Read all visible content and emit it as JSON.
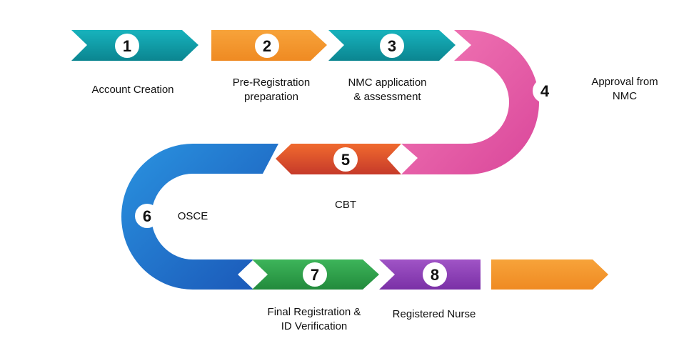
{
  "steps": [
    {
      "number": "1",
      "lines": [
        "Account Creation"
      ],
      "color": "#0f9ba6"
    },
    {
      "number": "2",
      "lines": [
        "Pre-Registration",
        "preparation"
      ],
      "color": "#f4962c"
    },
    {
      "number": "3",
      "lines": [
        "NMC application",
        "& assessment"
      ],
      "color": "#0f9ba6"
    },
    {
      "number": "4",
      "lines": [
        "Approval from",
        "NMC"
      ],
      "color": "#e8559f"
    },
    {
      "number": "5",
      "lines": [
        "CBT"
      ],
      "color": "#e44a2c"
    },
    {
      "number": "6",
      "lines": [
        "OSCE"
      ],
      "color": "#1f72cc"
    },
    {
      "number": "7",
      "lines": [
        "Final Registration &",
        "ID Verification"
      ],
      "color": "#2ea14a"
    },
    {
      "number": "8",
      "lines": [
        "Registered Nurse"
      ],
      "color": "#8a3fb4"
    }
  ],
  "end_arrow": {
    "color": "#f4962c"
  }
}
